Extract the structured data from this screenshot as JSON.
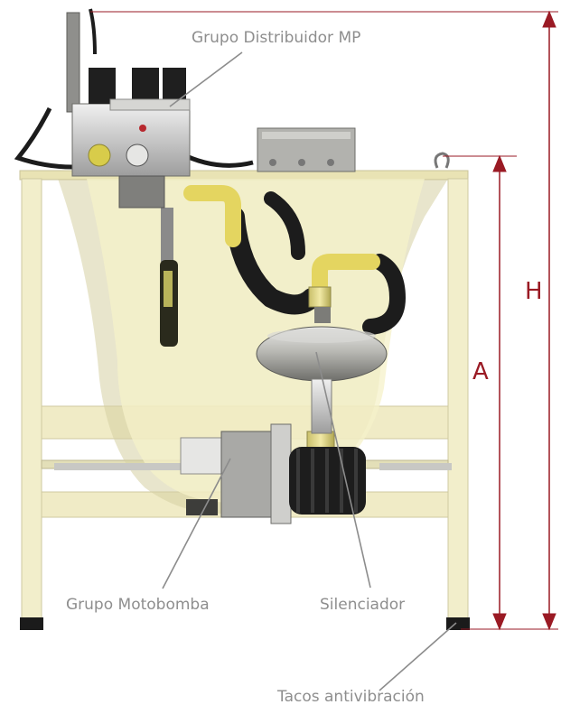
{
  "diagram": {
    "labels": {
      "distribuidor": "Grupo Distribuidor MP",
      "motobomba": "Grupo Motobomba",
      "silenciador": "Silenciador",
      "tacos": "Tacos antivibración"
    },
    "dimensions": {
      "height_total": "H",
      "height_frame": "A"
    },
    "colors": {
      "frame": "#f2eecb",
      "dimension": "#9a1a24",
      "leader": "#8c8c8c",
      "label_text": "#8e8e8e"
    }
  }
}
